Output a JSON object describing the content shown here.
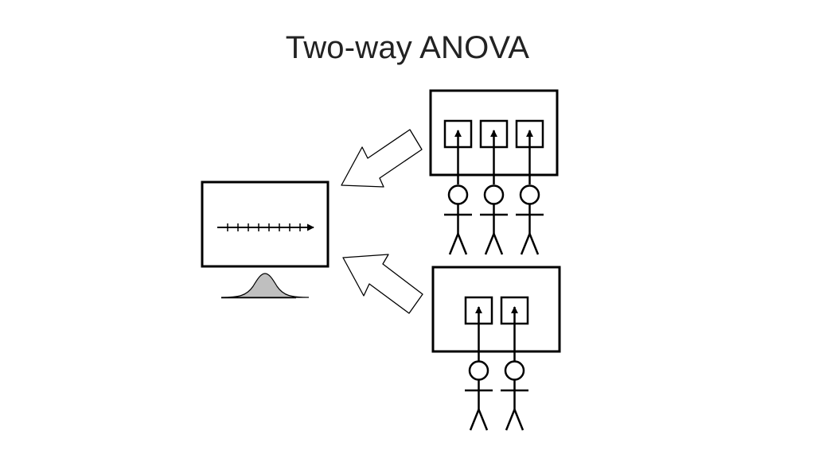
{
  "slide": {
    "title": "Two-way ANOVA"
  },
  "diagram": {
    "factor_groups": [
      {
        "levels": 3
      },
      {
        "levels": 2
      }
    ],
    "distribution_fill": "#bfbfbf",
    "stroke_color": "#000000"
  }
}
